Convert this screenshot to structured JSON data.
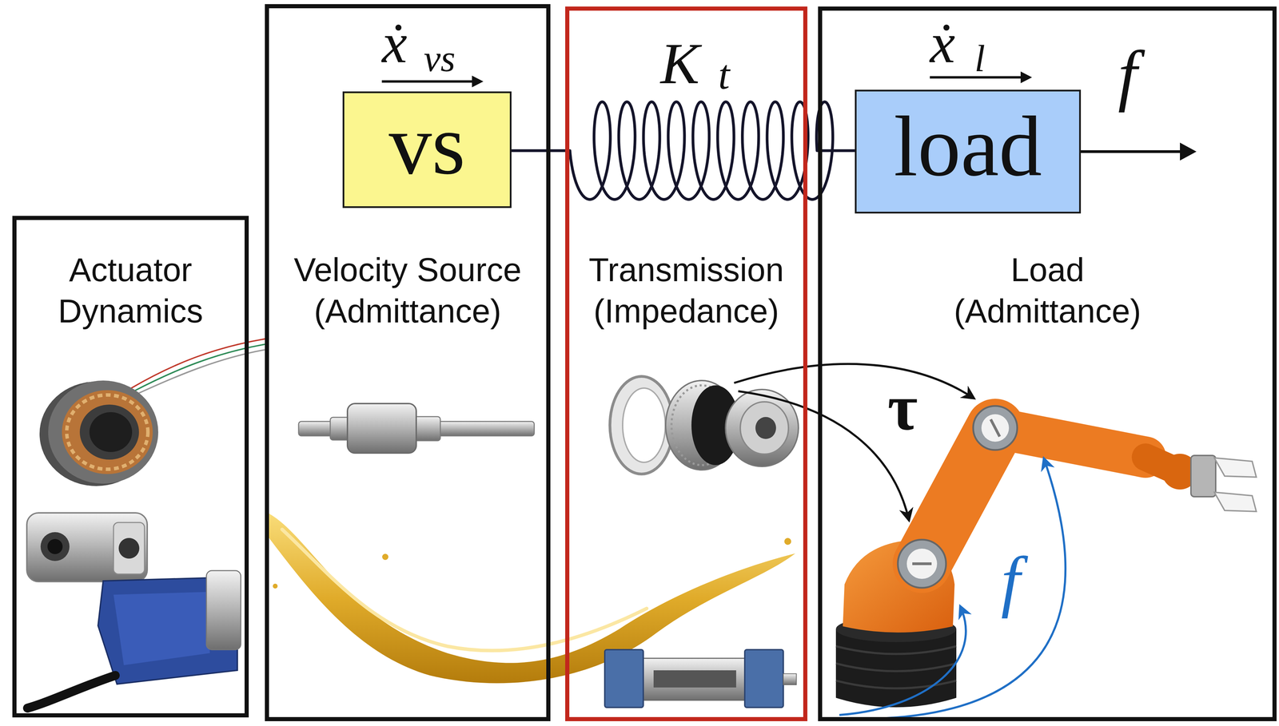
{
  "diagram": {
    "nodes": [
      {
        "text": [
          "Actuator Dynamics"
        ]
      },
      {
        "text": [
          "Velocity Source (Admittance)"
        ]
      },
      {
        "text": [
          "vs"
        ],
        "in": 1
      },
      {
        "text": [
          "Transmission (Impedance)"
        ]
      },
      {
        "text": [
          "Load (Admittance)"
        ]
      },
      {
        "text": [
          "load"
        ],
        "in": 4
      }
    ],
    "edges": [
      {
        "from": 2,
        "to": 5,
        "arrow": "none"
      }
    ],
    "labels": [
      "ẋ",
      "vs",
      "K",
      "t",
      "ẋ",
      "l",
      "f",
      "τ",
      "f"
    ]
  }
}
